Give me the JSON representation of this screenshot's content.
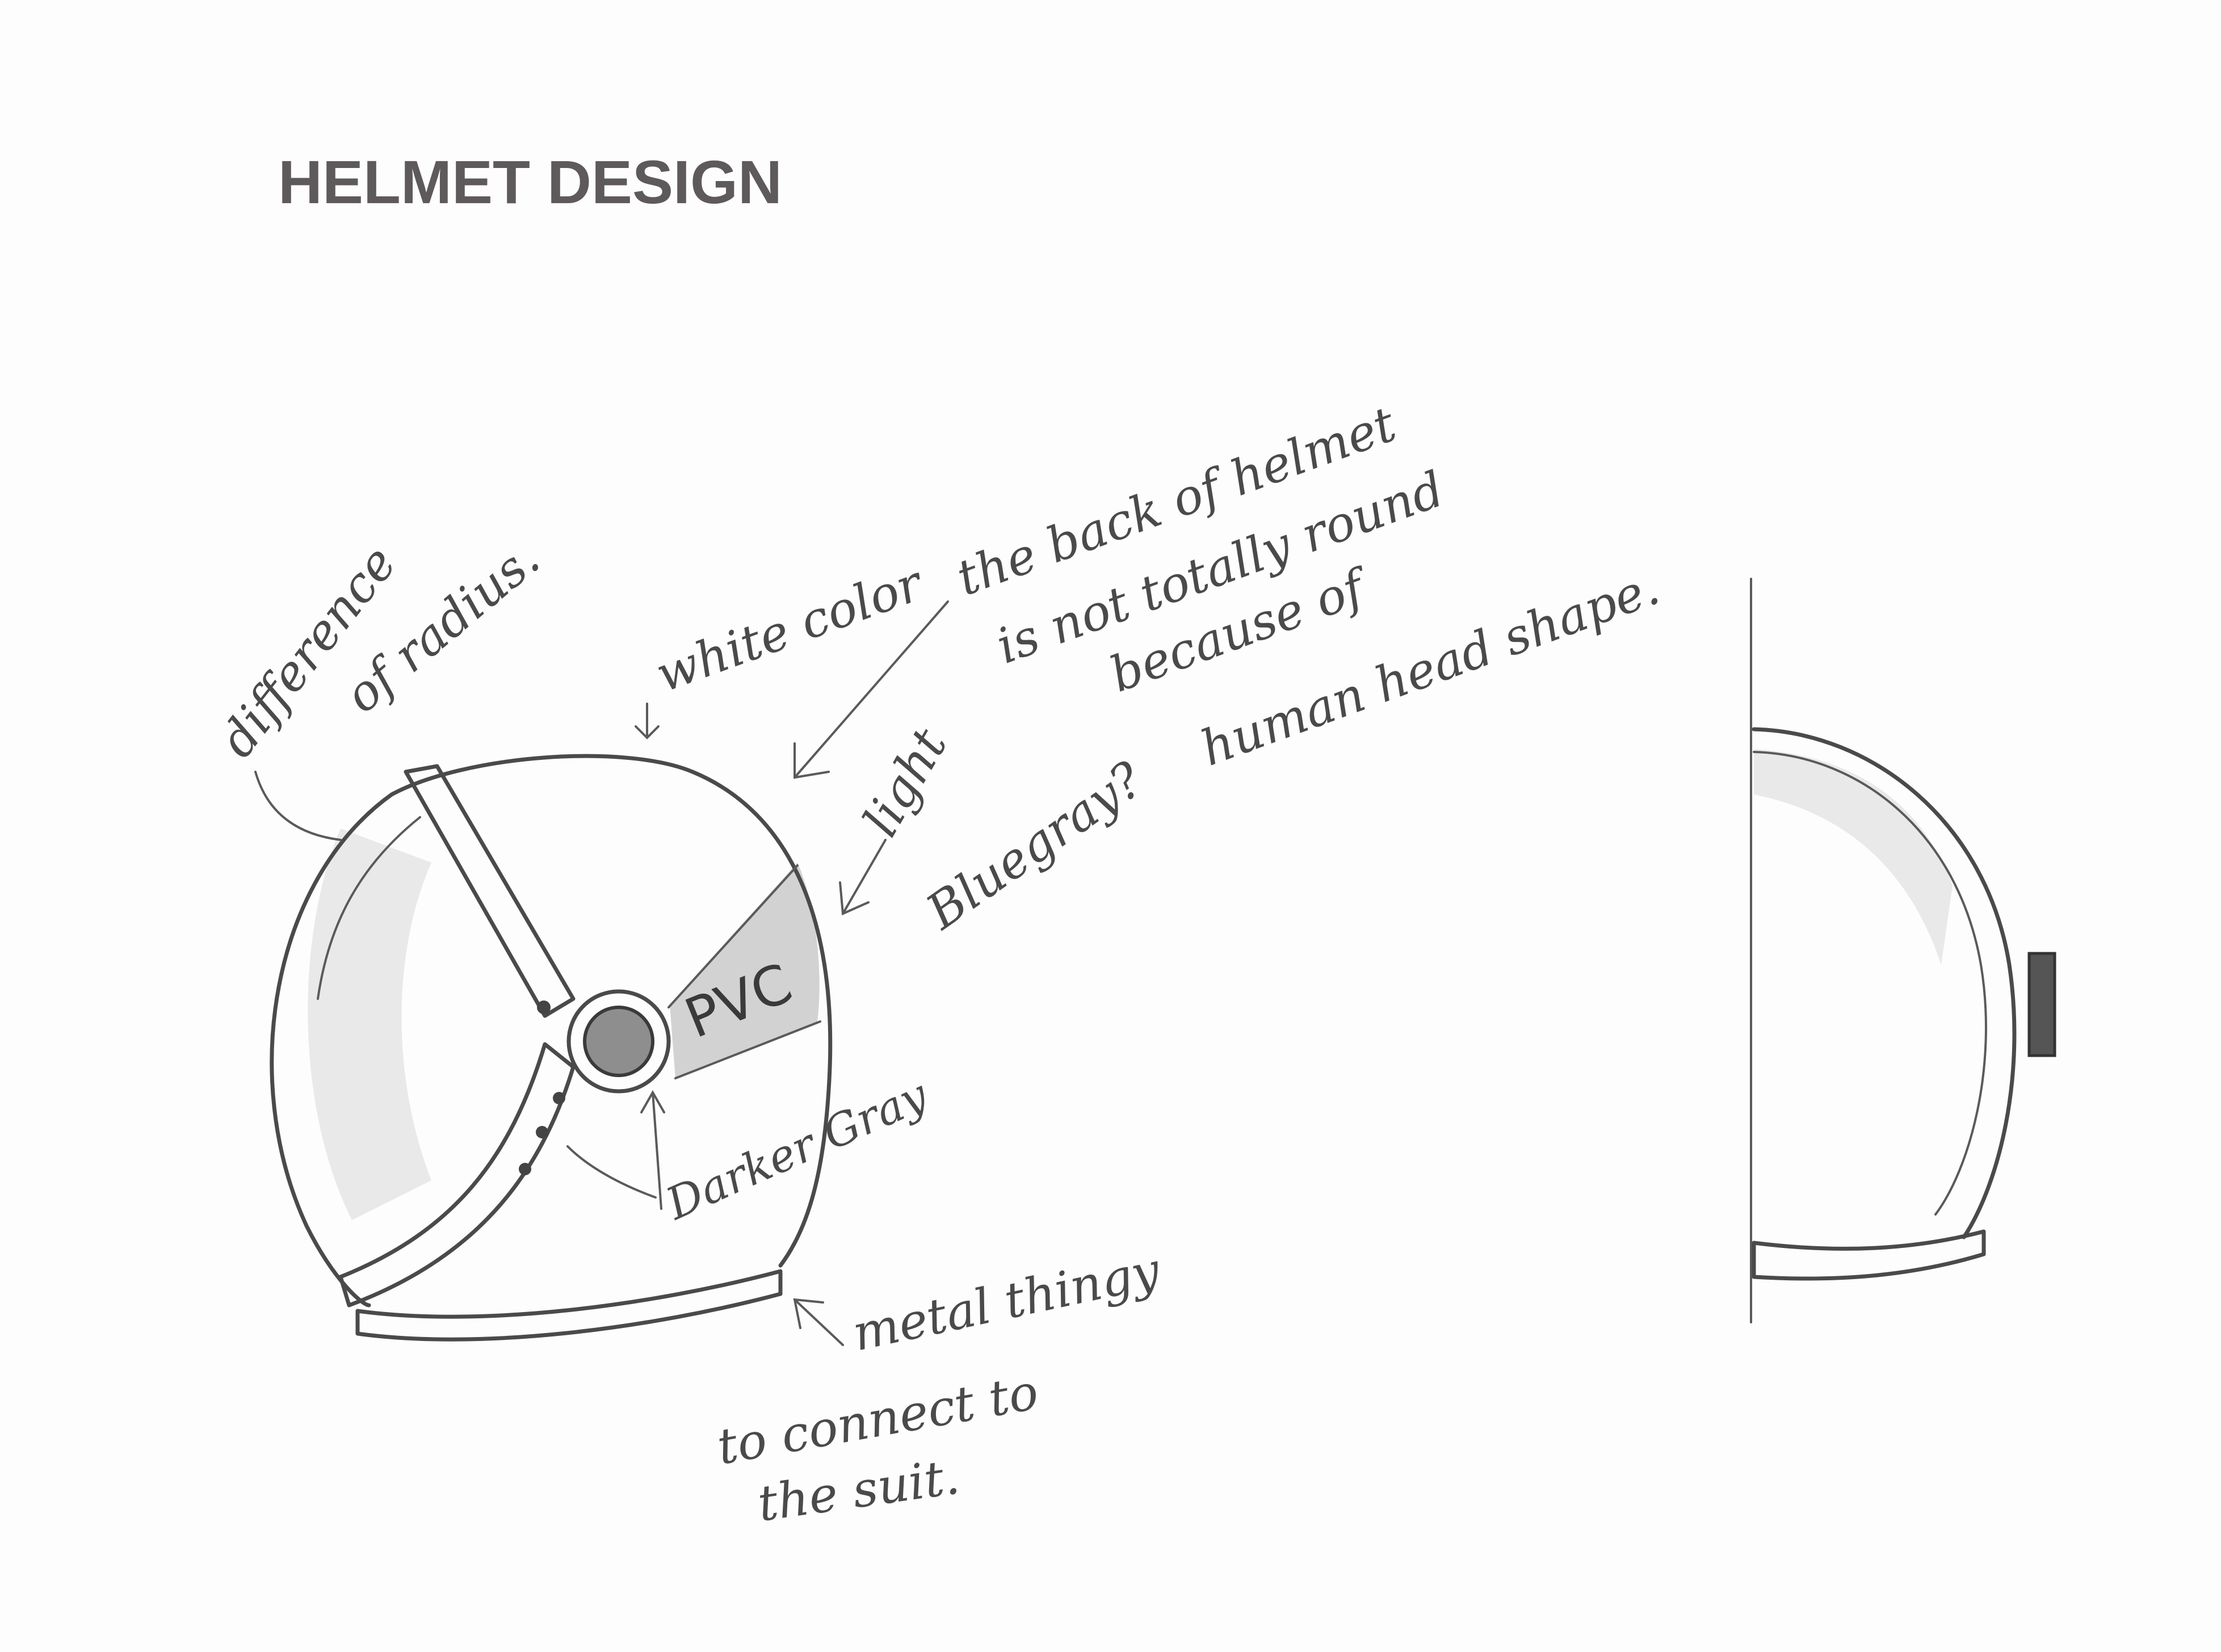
{
  "title": "HELMET DESIGN",
  "annotations": {
    "difference_line1": "difference",
    "difference_line2": "of radius.",
    "white_color": "white color",
    "back_line1": "the back of helmet",
    "back_line2": "is not totally round",
    "back_line3": "because of",
    "back_line4": "human head shape.",
    "light": "light",
    "bluegray": "Bluegray?",
    "pvc": "PVC",
    "darker_gray": "Darker Gray",
    "metal_line1": "metal thingy",
    "metal_line2": "to connect to",
    "metal_line3": "the suit."
  }
}
